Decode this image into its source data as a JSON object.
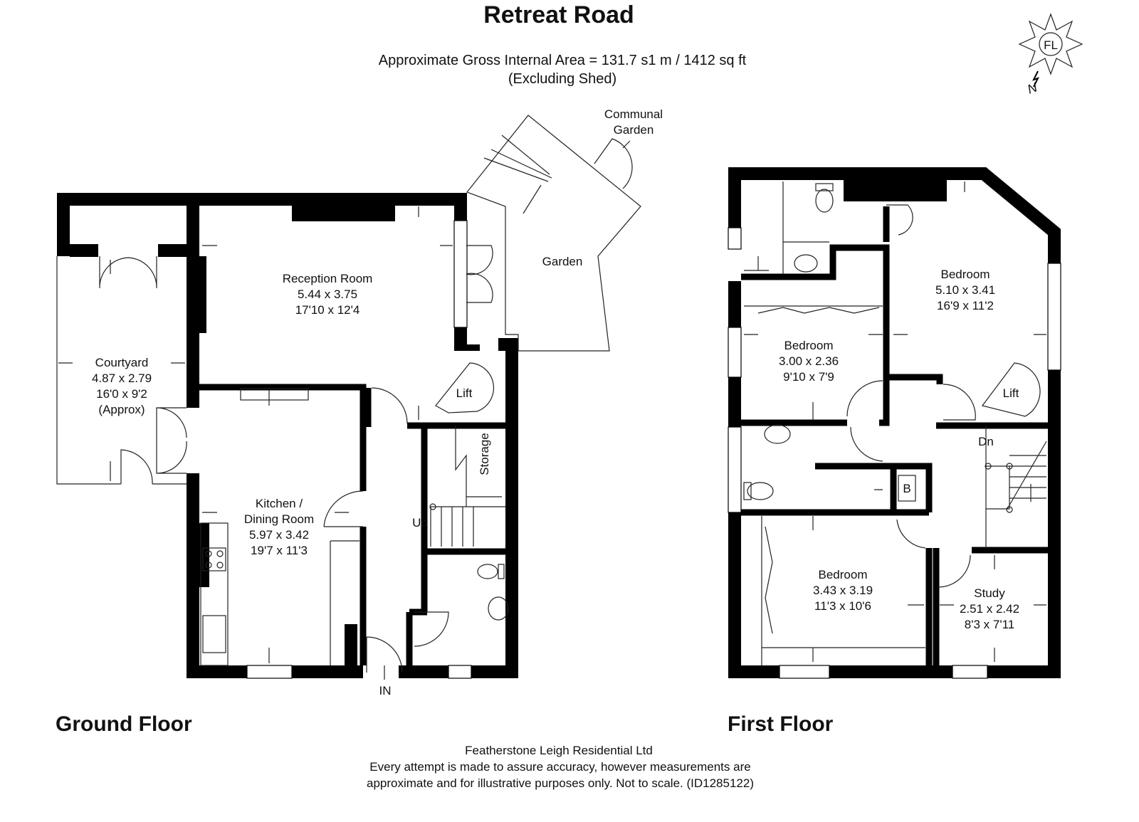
{
  "header": {
    "title": "Retreat Road",
    "area": "Approximate Gross Internal Area = 131.7 s1 m / 1412 sq ft",
    "note": "(Excluding Shed)"
  },
  "compass": {
    "logo": "FL",
    "north": "N"
  },
  "ground_floor": {
    "label": "Ground Floor",
    "reception": {
      "name": "Reception Room",
      "metric": "5.44 x 3.75",
      "imperial": "17'10 x 12'4"
    },
    "courtyard": {
      "name": "Courtyard",
      "metric": "4.87 x 2.79",
      "imperial": "16'0 x 9'2",
      "note": "(Approx)"
    },
    "kitchen": {
      "name1": "Kitchen /",
      "name2": "Dining Room",
      "metric": "5.97 x 3.42",
      "imperial": "19'7 x 11'3"
    },
    "garden": "Garden",
    "communal1": "Communal",
    "communal2": "Garden",
    "lift": "Lift",
    "storage": "Storage",
    "up": "Up",
    "entrance": "IN"
  },
  "first_floor": {
    "label": "First Floor",
    "bedroom1": {
      "name": "Bedroom",
      "metric": "5.10 x 3.41",
      "imperial": "16'9 x 11'2"
    },
    "bedroom2": {
      "name": "Bedroom",
      "metric": "3.00 x 2.36",
      "imperial": "9'10 x 7'9"
    },
    "bedroom3": {
      "name": "Bedroom",
      "metric": "3.43 x 3.19",
      "imperial": "11'3 x 10'6"
    },
    "study": {
      "name": "Study",
      "metric": "2.51 x 2.42",
      "imperial": "8'3 x 7'11"
    },
    "lift": "Lift",
    "down": "Dn",
    "boiler": "B"
  },
  "footer": {
    "company": "Featherstone Leigh Residential Ltd",
    "line1": "Every attempt is made to assure accuracy, however measurements are",
    "line2": "approximate and for illustrative purposes only. Not to scale. (ID1285122)"
  }
}
